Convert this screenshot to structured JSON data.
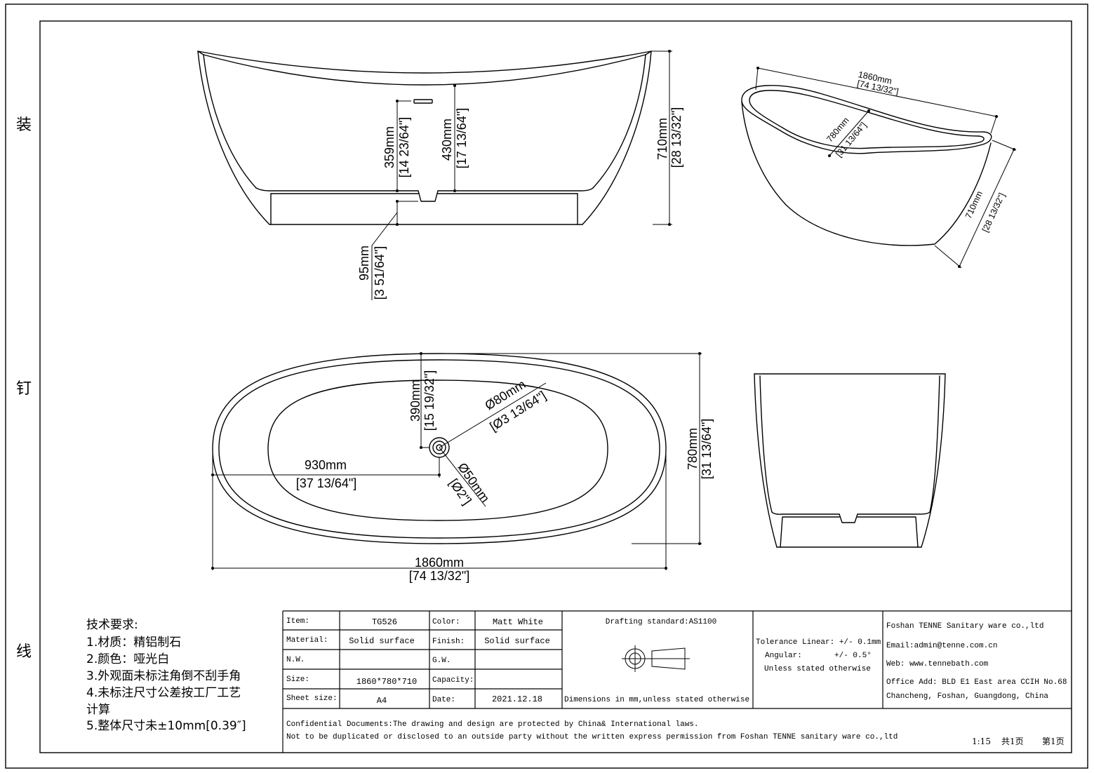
{
  "binding_margin": {
    "mark_1": "装",
    "mark_2": "钉",
    "mark_3": "线"
  },
  "side_view": {
    "overflow_height": {
      "metric": "359mm",
      "imperial": "[14 23/64\"]"
    },
    "inner_depth": {
      "metric": "430mm",
      "imperial": "[17 13/64\"]"
    },
    "total_height": {
      "metric": "710mm",
      "imperial": "[28 13/32\"]"
    },
    "base_height": {
      "metric": "95mm",
      "imperial": "[3 51/64\"]"
    }
  },
  "perspective_view": {
    "length": {
      "metric": "1860mm",
      "imperial": "[74 13/32\"]"
    },
    "width": {
      "metric": "780mm",
      "imperial": "[31 13/64\"]"
    },
    "height": {
      "metric": "710mm",
      "imperial": "[28 13/32\"]"
    }
  },
  "top_view": {
    "drain_offset": {
      "metric": "390mm",
      "imperial": "[15 19/32\"]"
    },
    "drain_outer_diameter": {
      "metric": "Ø80mm",
      "imperial": "[Ø3 13/64\"]"
    },
    "drain_position": {
      "metric": "930mm",
      "imperial": "[37 13/64\"]"
    },
    "drain_inner_diameter": {
      "metric": "Ø50mm",
      "imperial": "[Ø2\"]"
    },
    "width": {
      "metric": "780mm",
      "imperial": "[31 13/64\"]"
    },
    "length": {
      "metric": "1860mm",
      "imperial": "[74 13/32\"]"
    }
  },
  "technical_notes": {
    "heading": "技术要求:",
    "lines": [
      "1.材质：精铝制石",
      "2.颜色：哑光白",
      "3.外观面未标注角倒不刮手角",
      "4.未标注尺寸公差按工厂工艺",
      "计算",
      "5.整体尺寸未±10mm[0.39″]"
    ]
  },
  "title_block": {
    "rows": [
      {
        "label1": "Item:",
        "value1": "TG526",
        "label2": "Color:",
        "value2": "Matt White"
      },
      {
        "label1": "Material:",
        "value1": "Solid surface",
        "label2": "Finish:",
        "value2": "Solid surface"
      },
      {
        "label1": "N.W.",
        "label2": "G.W."
      },
      {
        "label1": "Size:",
        "value1": "1860*780*710",
        "label2": "Capacity:"
      },
      {
        "label1": "Sheet size:",
        "value1": "A4",
        "label2": "Date:",
        "value2": "2021.12.18"
      }
    ],
    "drafting_standard": "Drafting standard:AS1100",
    "dimensions_note": "Dimensions in mm,unless stated otherwise",
    "tolerance": {
      "linear": "Tolerance Linear: +/- 0.1mm",
      "angular_label": "Angular:",
      "angular_value": "+/- 0.5°",
      "note": "Unless stated otherwise"
    },
    "company": {
      "name": "Foshan TENNE Sanitary ware co.,ltd",
      "email": "Email:admin@tenne.com.cn",
      "web": "Web: www.tennebath.com",
      "address_1": "Office Add: BLD E1 East area CCIH No.68",
      "address_2": "Chancheng, Foshan, Guangdong, China"
    },
    "confidential_1": "Confidential Documents:The drawing and design are protected by China& International laws.",
    "confidential_2": "Not to be duplicated or disclosed to an outside party without the written express permission from Foshan TENNE sanitary ware co.,ltd",
    "scale": "1:15",
    "sheet_total": "共1页",
    "sheet_number": "第1页"
  }
}
